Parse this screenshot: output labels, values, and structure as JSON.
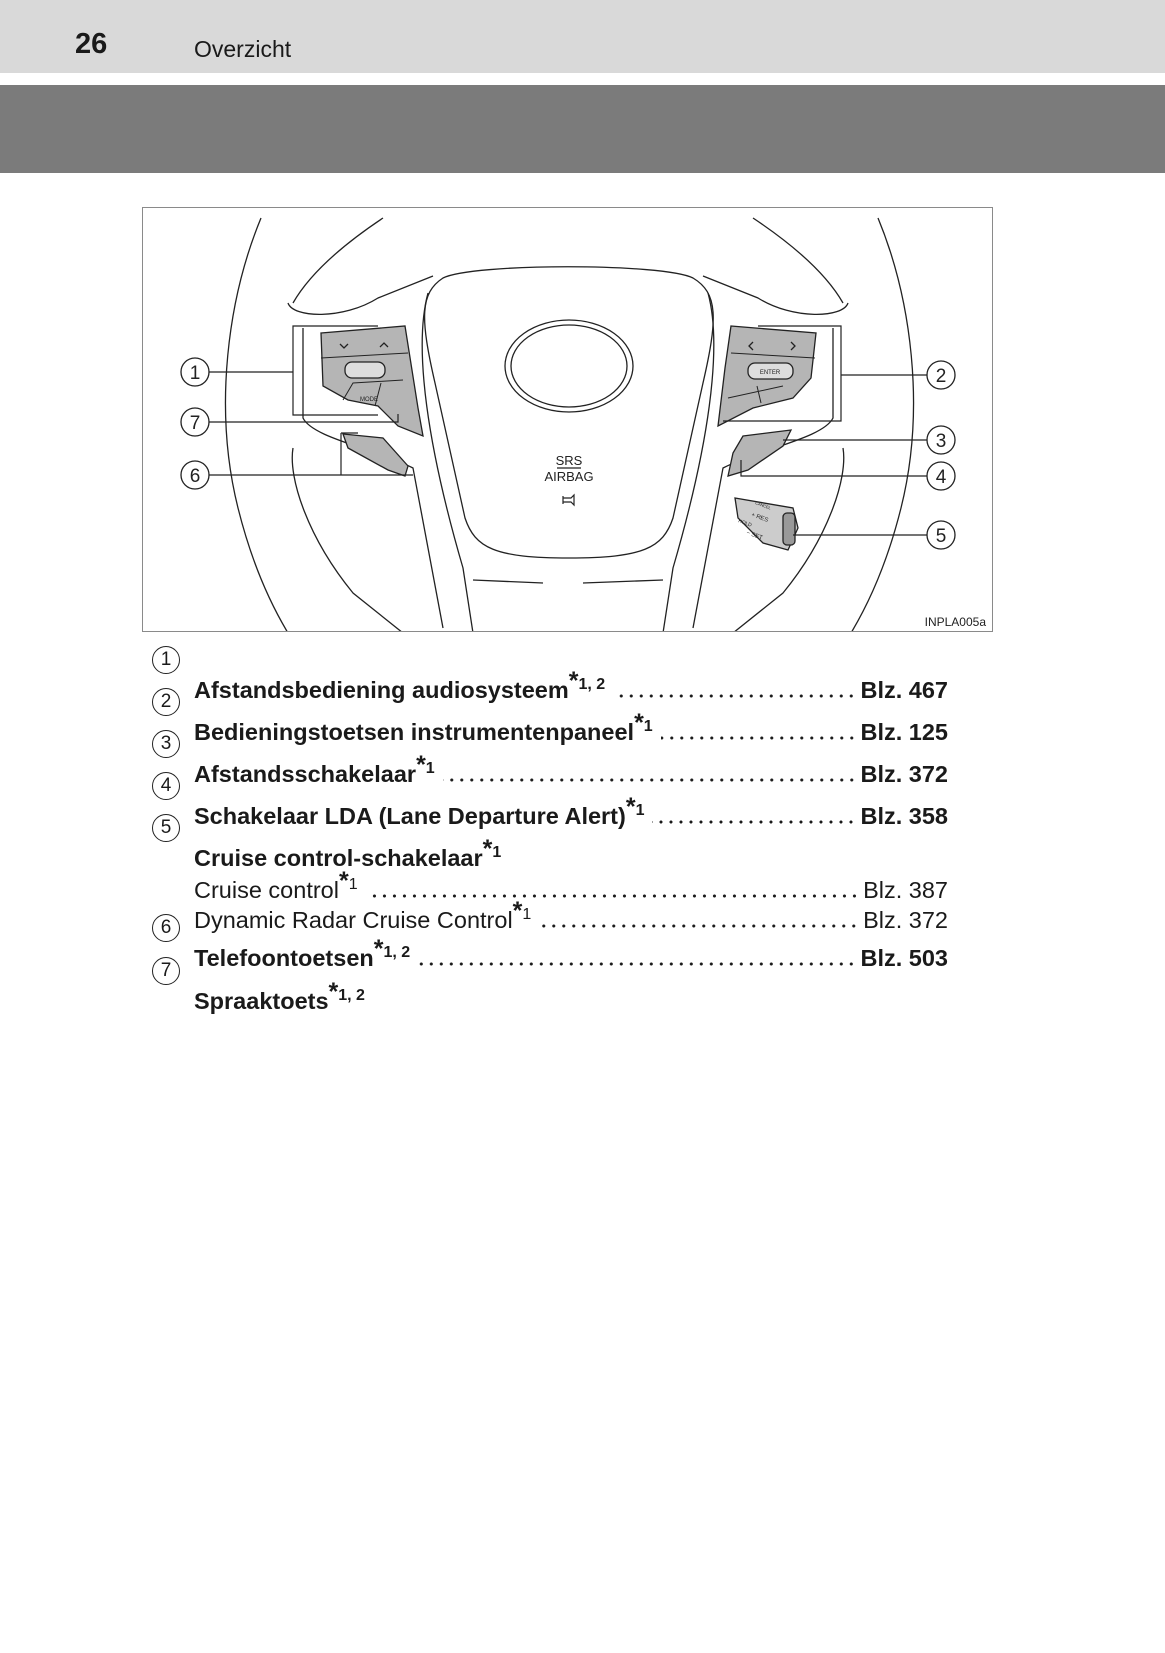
{
  "header": {
    "page_number": "26",
    "section": "Overzicht"
  },
  "figure": {
    "code": "INPLA005a",
    "airbag_top": "SRS",
    "airbag_bottom": "AIRBAG",
    "labels": {
      "mode": "MODE",
      "enter": "ENTER",
      "res": "+ RES",
      "set": "− SET",
      "hold": "HOLD",
      "cancel": "CANCEL"
    },
    "callouts": [
      "1",
      "2",
      "3",
      "4",
      "5",
      "6",
      "7"
    ]
  },
  "items": [
    {
      "num": "1",
      "label": "Afstandsbediening audiosysteem",
      "note": "1, 2",
      "page": "Blz. 467"
    },
    {
      "num": "2",
      "label": "Bedieningstoetsen instrumentenpaneel",
      "note": "1",
      "page": "Blz. 125"
    },
    {
      "num": "3",
      "label": "Afstandsschakelaar",
      "note": "1",
      "page": "Blz. 372"
    },
    {
      "num": "4",
      "label": "Schakelaar LDA (Lane Departure Alert)",
      "note": "1",
      "page": "Blz. 358"
    },
    {
      "num": "5",
      "label": "Cruise control-schakelaar",
      "note": "1",
      "sub": [
        {
          "label": "Cruise control",
          "note": "1",
          "page": "Blz. 387"
        },
        {
          "label": "Dynamic Radar Cruise Control",
          "note": "1",
          "page": "Blz. 372"
        }
      ]
    },
    {
      "num": "6",
      "label": "Telefoontoetsen",
      "note": "1, 2",
      "page": "Blz. 503"
    },
    {
      "num": "7",
      "label": "Spraaktoets",
      "note": "1, 2"
    }
  ],
  "star": "*"
}
